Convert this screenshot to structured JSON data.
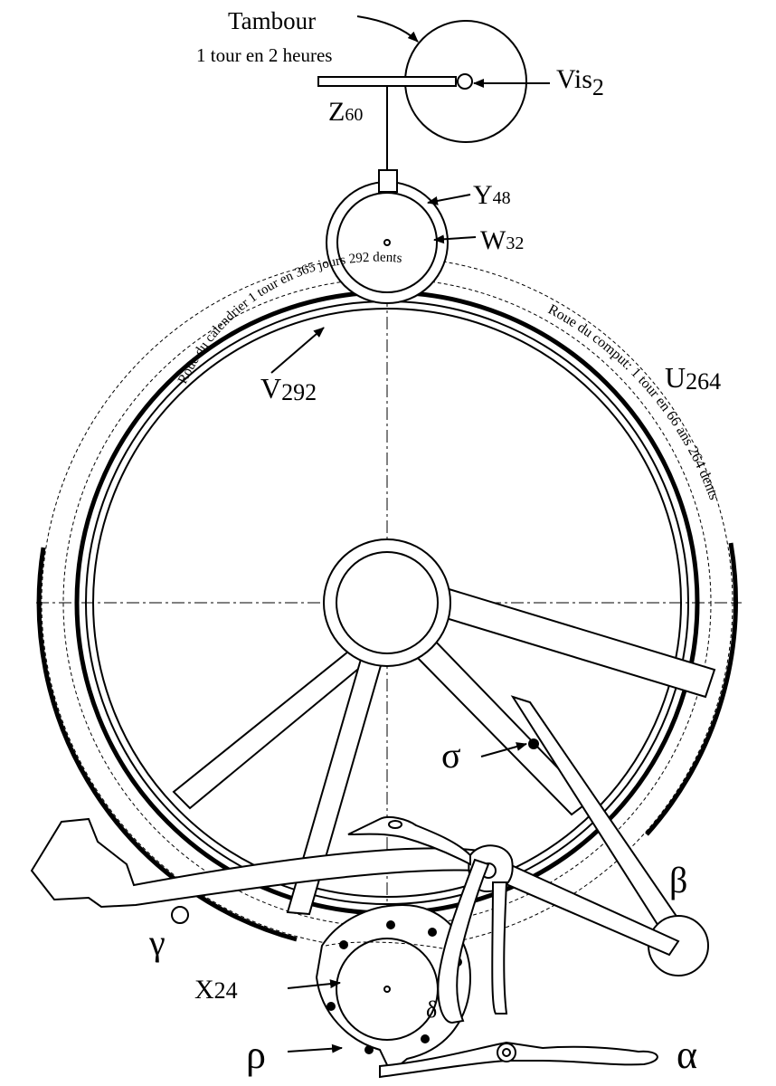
{
  "labels": {
    "tambour": "Tambour",
    "tambour_rate": "1 tour en 2 heures",
    "vis": "Vis",
    "vis_sub": "2",
    "z_main": "Z",
    "z_sub": "60",
    "y_main": "Y",
    "y_sub": "48",
    "w_main": "W",
    "w_sub": "32",
    "v_main": "V",
    "v_sub": "292",
    "u_main": "U",
    "u_sub": "264",
    "x_main": "X",
    "x_sub": "24",
    "sigma": "σ",
    "beta": "β",
    "gamma": "γ",
    "delta": "δ",
    "rho": "ρ",
    "alpha": "α",
    "calendar_wheel": "Roue du calendrier 1 tour en 365 jours 292 dents",
    "comput_wheel": "Roue du comput: 1 tour en 66 ans 264 dents"
  }
}
